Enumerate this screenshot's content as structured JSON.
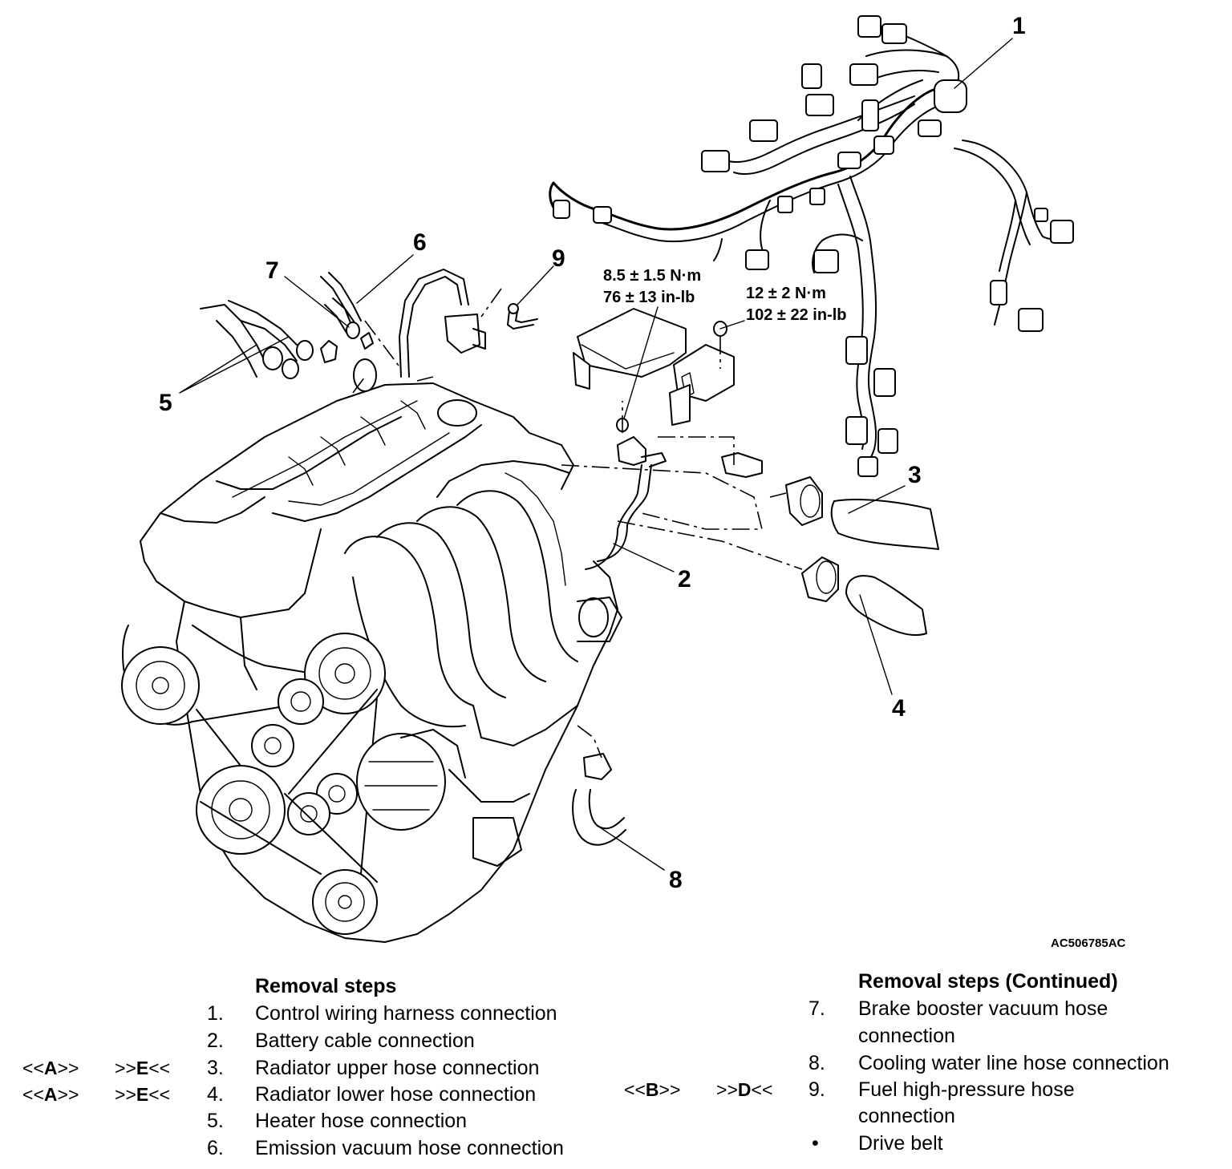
{
  "callouts": [
    "1",
    "2",
    "3",
    "4",
    "5",
    "6",
    "7",
    "8",
    "9"
  ],
  "torque_a": {
    "nm": "8.5 ± 1.5 N·m",
    "inlb": "76 ± 13 in-lb"
  },
  "torque_b": {
    "nm": "12 ± 2 N·m",
    "inlb": "102 ± 22 in-lb"
  },
  "figure_id": "AC506785AC",
  "left_list": {
    "heading": "Removal steps",
    "items": [
      {
        "num": "1.",
        "text": "Control wiring harness connection",
        "pre": "",
        "post": ""
      },
      {
        "num": "2.",
        "text": "Battery cable connection",
        "pre": "",
        "post": ""
      },
      {
        "num": "3.",
        "text": "Radiator upper hose connection",
        "pre": "<<A>>",
        "post": ">>E<<"
      },
      {
        "num": "4.",
        "text": "Radiator lower hose connection",
        "pre": "<<A>>",
        "post": ">>E<<"
      },
      {
        "num": "5.",
        "text": "Heater hose connection",
        "pre": "",
        "post": ""
      },
      {
        "num": "6.",
        "text": "Emission vacuum hose connection",
        "pre": "",
        "post": ""
      }
    ]
  },
  "right_list": {
    "heading": "Removal steps (Continued)",
    "items": [
      {
        "num": "7.",
        "text_line1": "Brake booster vacuum hose",
        "text_line2": "connection",
        "pre": "",
        "post": ""
      },
      {
        "num": "8.",
        "text_line1": "Cooling water line hose connection",
        "text_line2": "",
        "pre": "",
        "post": ""
      },
      {
        "num": "9.",
        "text_line1": "Fuel high-pressure hose",
        "text_line2": "connection",
        "pre": "<<B>>",
        "post": ">>D<<"
      },
      {
        "num": "•",
        "text_line1": "Drive belt",
        "text_line2": "",
        "pre": "",
        "post": ""
      }
    ]
  }
}
